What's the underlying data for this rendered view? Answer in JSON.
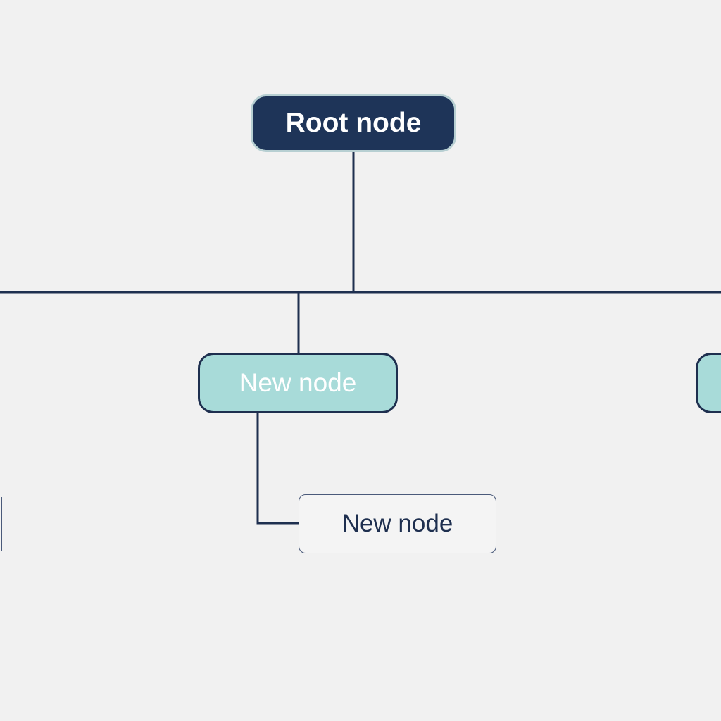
{
  "diagram": {
    "root": {
      "label": "Root node"
    },
    "topics": [
      {
        "label": "New node",
        "children": [
          {
            "label": "New node"
          }
        ]
      },
      {
        "label": ""
      }
    ],
    "colors": {
      "background": "#f1f1f1",
      "root_fill": "#1e3458",
      "topic_fill": "#a8dbd9",
      "line": "#1e2f4f"
    }
  }
}
